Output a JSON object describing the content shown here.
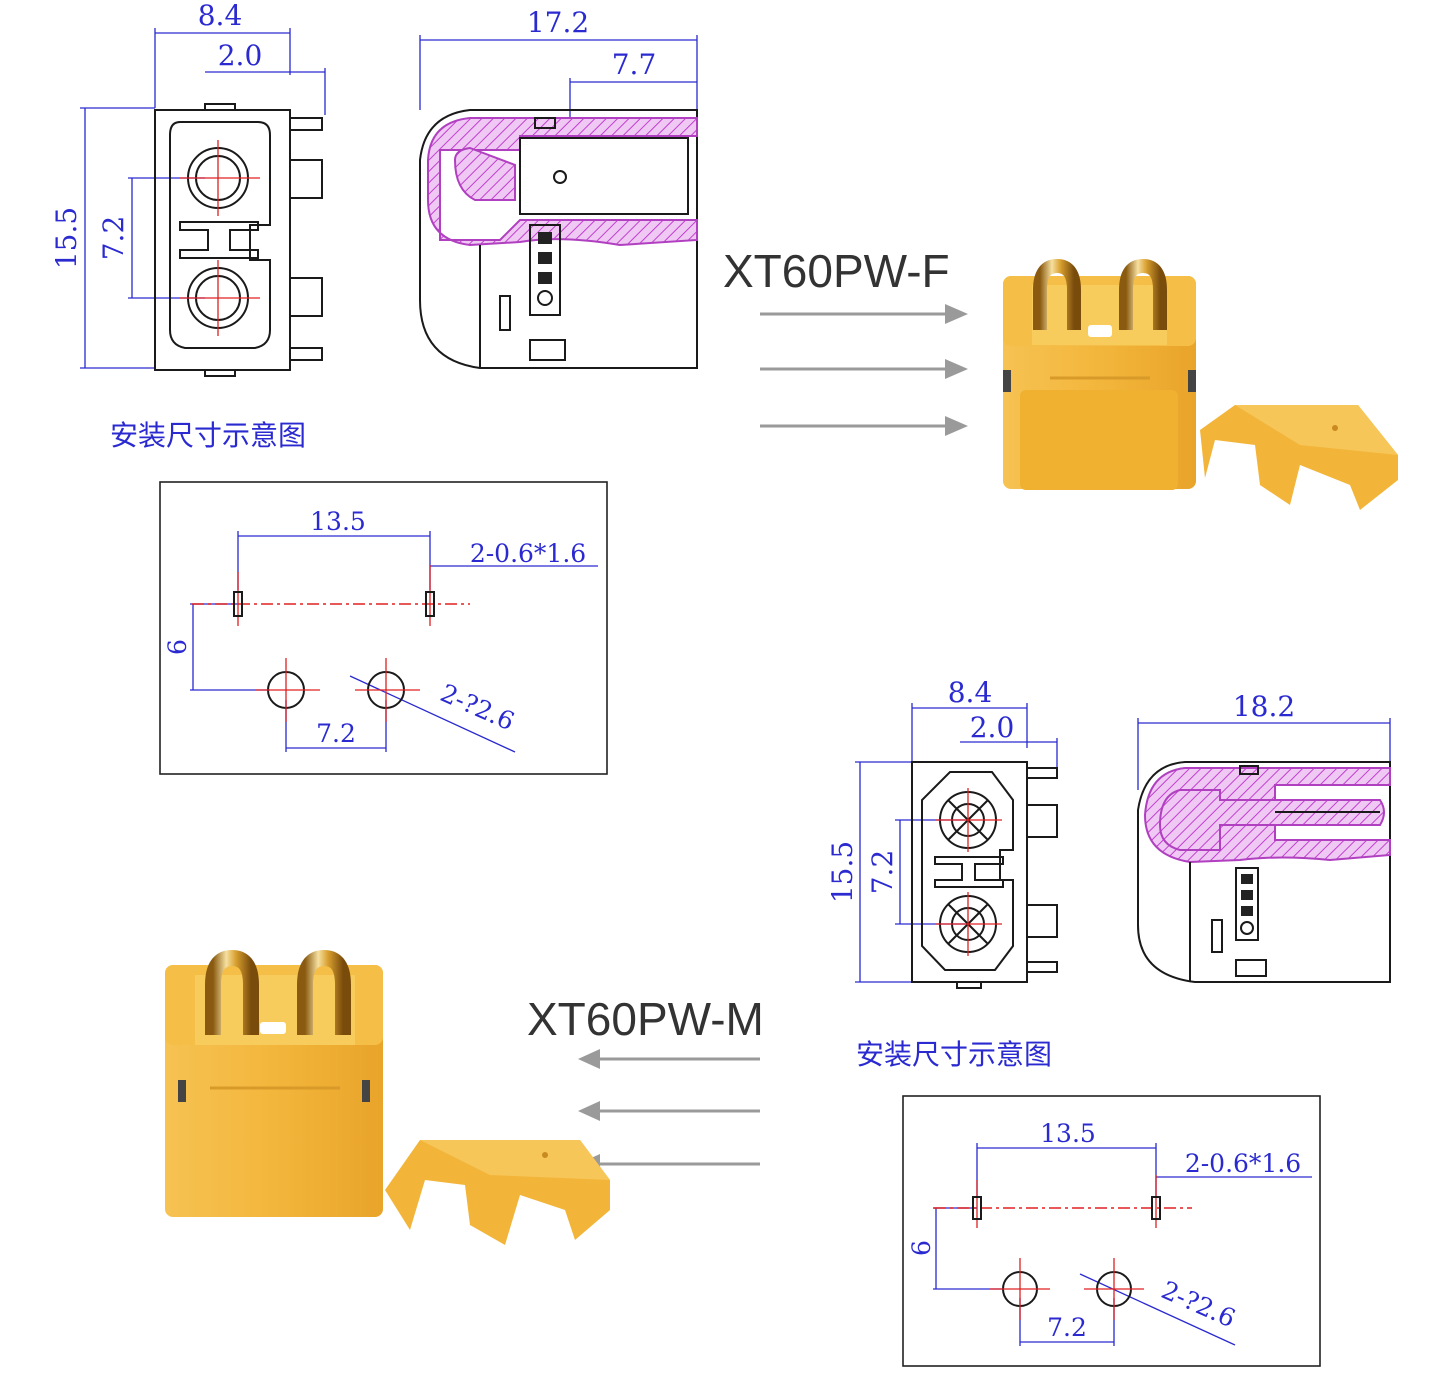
{
  "top": {
    "model": "XT60PW-F",
    "caption": "安装尺寸示意图",
    "front_dims": {
      "width": "8.4",
      "offset": "2.0",
      "height": "15.5",
      "pitch": "7.2"
    },
    "side_dims": {
      "length": "17.2",
      "depth": "7.7"
    },
    "footprint": {
      "span": "13.5",
      "slots": "2-0.6*1.6",
      "row_gap": "6",
      "pin_pitch": "7.2",
      "holes": "2-?2.6"
    }
  },
  "bottom": {
    "model": "XT60PW-M",
    "caption": "安装尺寸示意图",
    "front_dims": {
      "width": "8.4",
      "offset": "2.0",
      "height": "15.5",
      "pitch": "7.2"
    },
    "side_dims": {
      "length": "18.2"
    },
    "footprint": {
      "span": "13.5",
      "slots": "2-0.6*1.6",
      "row_gap": "6",
      "pin_pitch": "7.2",
      "holes": "2-?2.6"
    }
  },
  "colors": {
    "dimension": "#2a2ad0",
    "centerline": "#e02020",
    "section_hatch": "#c040d0",
    "connector_body": "#f2b53a",
    "pin": "#d9a030"
  }
}
